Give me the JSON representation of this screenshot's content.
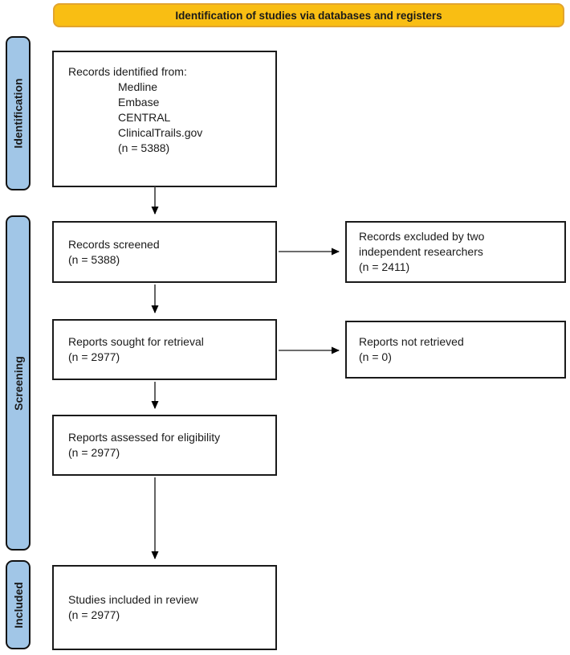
{
  "header": {
    "label": "Identification of studies via databases and registers"
  },
  "stages": [
    {
      "label": "Identification"
    },
    {
      "label": "Screening"
    },
    {
      "label": "Included"
    }
  ],
  "boxes": {
    "identified": {
      "lines": [
        "Records identified from:",
        "Medline",
        "Embase",
        "CENTRAL",
        "ClinicalTrails.gov",
        "(n = 5388)"
      ]
    },
    "screened": {
      "lines": [
        "Records screened",
        "(n = 5388)"
      ]
    },
    "excluded": {
      "lines": [
        "Records excluded by two",
        "independent researchers",
        "(n = 2411)"
      ]
    },
    "sought": {
      "lines": [
        "Reports sought for retrieval",
        "(n = 2977)"
      ]
    },
    "not_retrieved": {
      "lines": [
        "Reports not retrieved",
        "(n = 0)"
      ]
    },
    "assessed": {
      "lines": [
        "Reports assessed for eligibility",
        "(n = 2977)"
      ]
    },
    "included": {
      "lines": [
        "Studies included in review",
        "(n = 2977)"
      ]
    }
  },
  "colors": {
    "header_fill": "#F9BE13",
    "header_border": "#E2A42E",
    "stage_fill": "#A1C6E7",
    "stage_border": "#111111",
    "box_border": "#1A1A1A",
    "arrow_color": "#3D3D3D",
    "text_color": "#1A1A1A"
  }
}
